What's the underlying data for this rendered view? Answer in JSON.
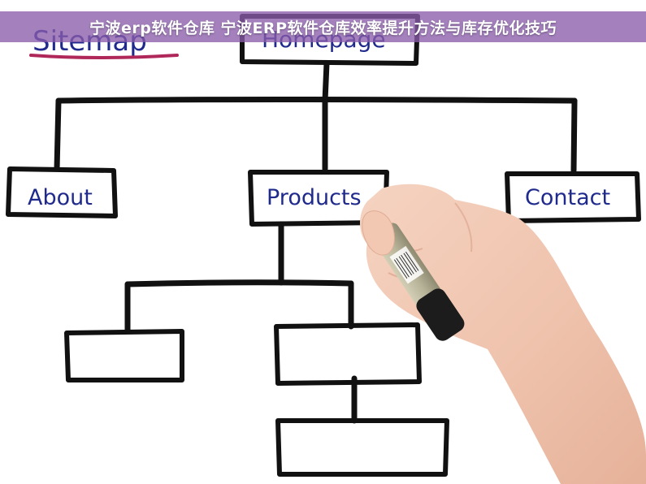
{
  "banner": {
    "title": "宁波erp软件仓库 宁波ERP软件仓库效率提升方法与库存优化技巧"
  },
  "whiteboard": {
    "sitemap_text": "Sitemap",
    "homepage_text": "Homepage",
    "about_text": "About",
    "products_text": "Products",
    "contact_text": "Contact"
  },
  "colors": {
    "ink": "#111111",
    "label_blue": "#1f2a8c",
    "sitemap_underline": "#b0285a",
    "banner_bg": "#8a5caa",
    "skin": "#f1c9b4",
    "marker_body": "#b8b49a",
    "marker_cap": "#1c1c1c"
  }
}
